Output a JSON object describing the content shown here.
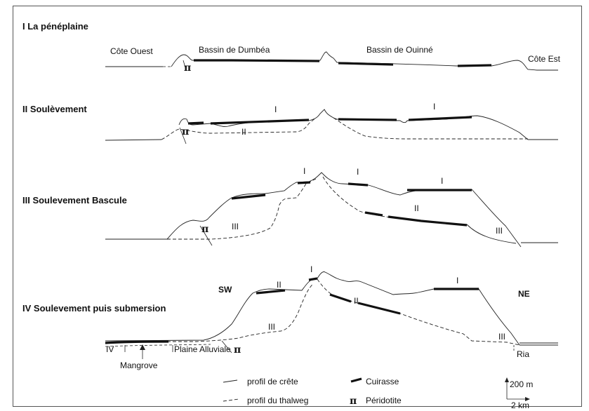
{
  "stages": {
    "s1": "I   La pénéplaine",
    "s2": "II   Soulèvement",
    "s3": "III   Soulevement Bascule",
    "s4": "IV   Soulevement puis submersion"
  },
  "p1": {
    "cote_ouest": "Côte Ouest",
    "bassin_dumbea": "Bassin de Dumbéa",
    "bassin_ouinne": "Bassin de Ouinné",
    "cote_est": "Côte Est",
    "pi": "π"
  },
  "p2": {
    "r1": "I",
    "r2": "I",
    "r3": "II",
    "pi": "π"
  },
  "p3": {
    "r1": "I",
    "r2": "I",
    "r3": "I",
    "r4": "II",
    "r5": "III",
    "r6": "III",
    "pi": "π"
  },
  "p4": {
    "sw": "SW",
    "ne": "NE",
    "r1": "I",
    "r2": "I",
    "r3": "II",
    "r4": "II",
    "r5": "III",
    "r6": "III",
    "iv": "IV",
    "mangrove": "Mangrove",
    "plaine": "Plaine Alluviale",
    "ria": "Ria",
    "pi": "π"
  },
  "legend": {
    "crete": "profil de crête",
    "thalweg": "profil du thalweg",
    "cuirasse": "Cuirasse",
    "peridotite": "Péridotite",
    "pi": "π",
    "scale_v": "200 m",
    "scale_h": "2 km"
  }
}
